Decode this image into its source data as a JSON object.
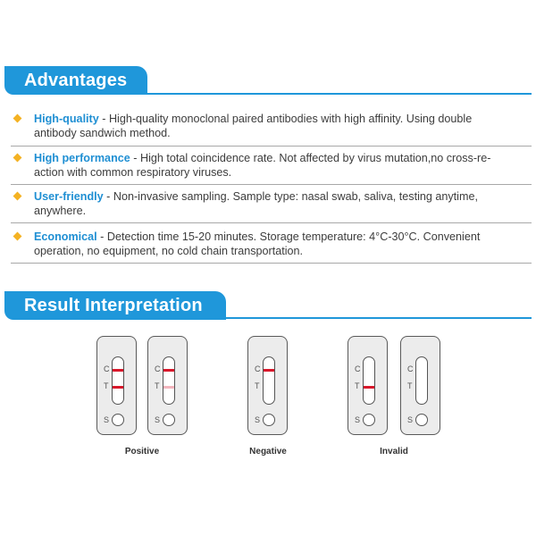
{
  "advantages": {
    "heading": "Advantages",
    "items": [
      {
        "title": "High-quality",
        "desc": " - High-quality monoclonal paired antibodies with high affinity. Using double",
        "desc_cont": "antibody sandwich method."
      },
      {
        "title": "High performance",
        "desc": " - High total coincidence rate. Not affected by virus mutation,no cross-re-",
        "desc_cont": "action with common respiratory viruses."
      },
      {
        "title": "User-friendly",
        "desc": " - Non-invasive sampling. Sample type: nasal swab, saliva, testing anytime,",
        "desc_cont": "anywhere."
      },
      {
        "title": "Economical",
        "desc": " - Detection time 15-20 minutes. Storage temperature: 4°C-30°C. Convenient",
        "desc_cont": "operation, no equipment, no cold chain transportation."
      }
    ]
  },
  "results": {
    "heading": "Result Interpretation",
    "marker_labels": {
      "control": "C",
      "test": "T",
      "sample": "S"
    },
    "groups": [
      {
        "label": "Positive",
        "cassettes": [
          {
            "control_line": "strong",
            "test_line": "strong"
          },
          {
            "control_line": "strong",
            "test_line": "faint"
          }
        ]
      },
      {
        "label": "Negative",
        "cassettes": [
          {
            "control_line": "strong",
            "test_line": "none"
          }
        ]
      },
      {
        "label": "Invalid",
        "cassettes": [
          {
            "control_line": "none",
            "test_line": "strong"
          },
          {
            "control_line": "none",
            "test_line": "none"
          }
        ]
      }
    ]
  },
  "colors": {
    "accent_blue": "#1f97da",
    "bullet_gold": "#f4b223",
    "line_red": "#d9182b",
    "faint_red": "#f3b5bd"
  }
}
